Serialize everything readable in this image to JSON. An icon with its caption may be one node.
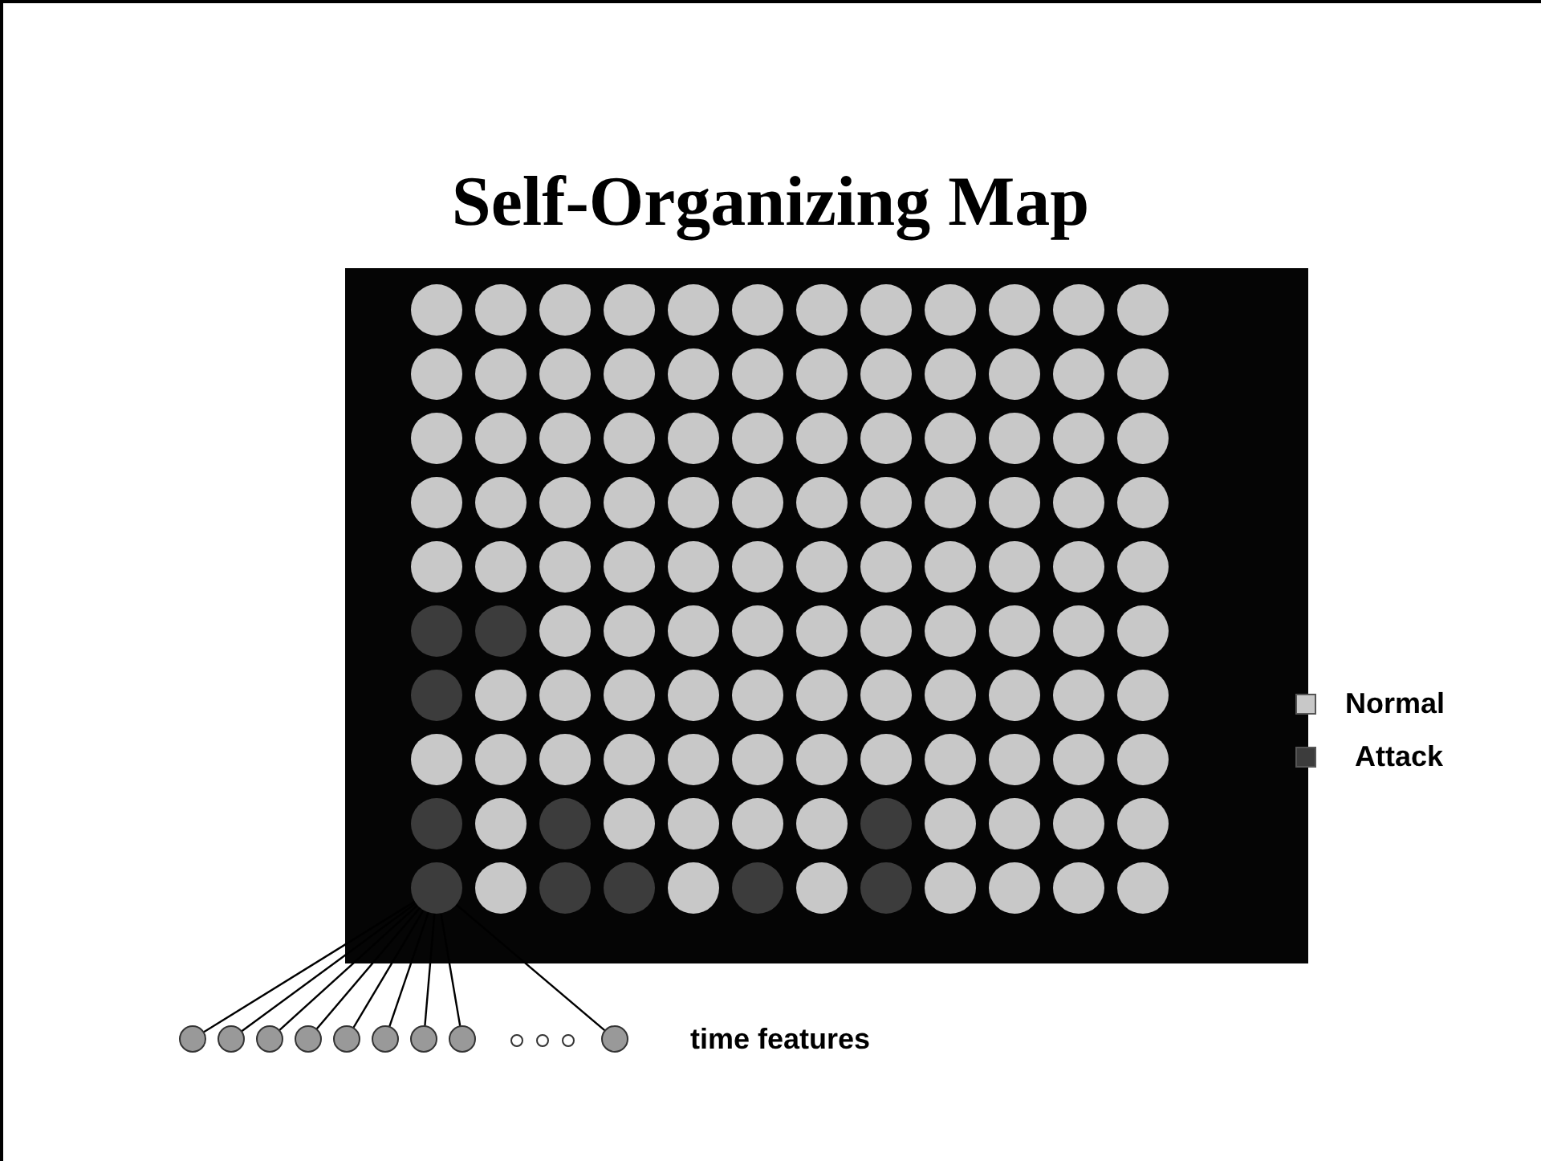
{
  "diagram": {
    "title": "Self-Organizing Map",
    "nodes": [
      {
        "text": [],
        "shape": "circle"
      },
      {
        "text": [],
        "shape": "circle"
      },
      {
        "text": [],
        "shape": "circle"
      },
      {
        "text": [],
        "shape": "circle"
      },
      {
        "text": [],
        "shape": "circle"
      },
      {
        "text": [],
        "shape": "circle"
      },
      {
        "text": [],
        "shape": "circle"
      },
      {
        "text": [],
        "shape": "circle"
      },
      {
        "text": [],
        "shape": "circle"
      },
      {
        "text": [],
        "shape": "circle"
      }
    ],
    "edges": [
      {
        "from": 1,
        "to": 0,
        "arrow": "none"
      },
      {
        "from": 2,
        "to": 0,
        "arrow": "none"
      },
      {
        "from": 3,
        "to": 0,
        "arrow": "none"
      },
      {
        "from": 4,
        "to": 0,
        "arrow": "none"
      },
      {
        "from": 5,
        "to": 0,
        "arrow": "none"
      },
      {
        "from": 6,
        "to": 0,
        "arrow": "none"
      },
      {
        "from": 7,
        "to": 0,
        "arrow": "none"
      },
      {
        "from": 8,
        "to": 0,
        "arrow": "none"
      },
      {
        "from": 9,
        "to": 0,
        "arrow": "none"
      }
    ],
    "labels": [
      "time features"
    ],
    "legend": [
      {
        "text": "Normal",
        "color": "#c8c8c8"
      },
      {
        "text": "Attack",
        "color": "#3c3c3c"
      }
    ]
  }
}
